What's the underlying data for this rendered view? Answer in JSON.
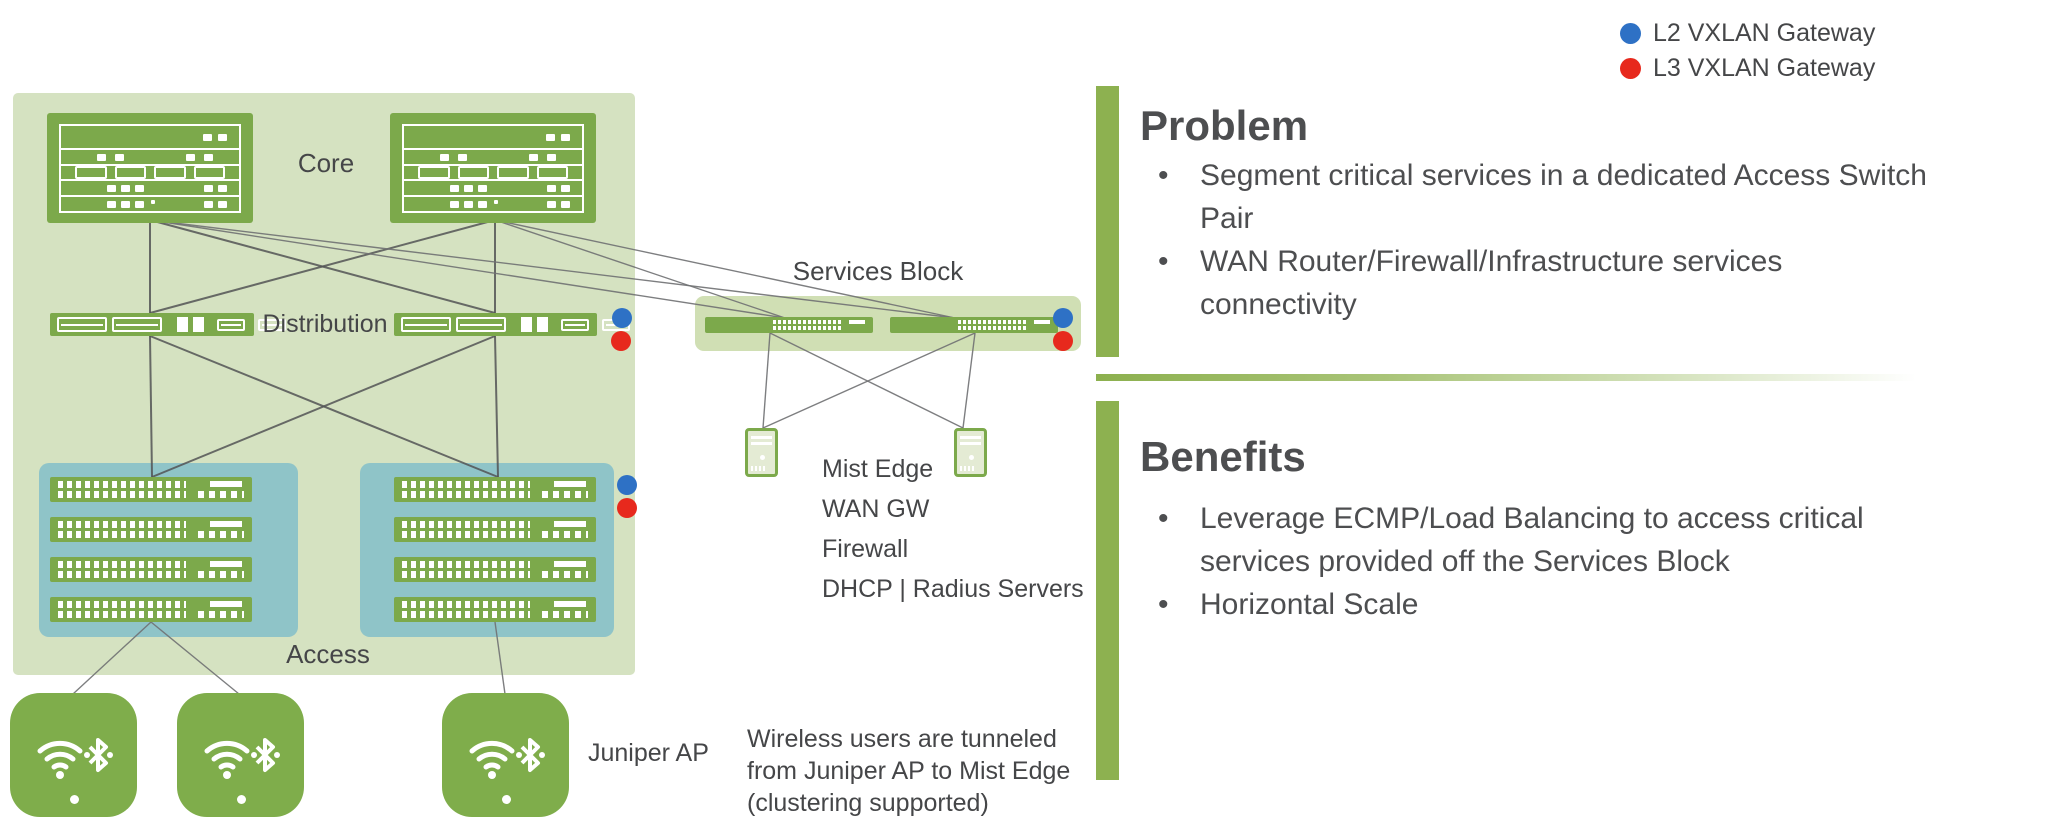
{
  "legend": {
    "items": [
      {
        "label": "L2 VXLAN Gateway",
        "color": "#2E71C5"
      },
      {
        "label": "L3 VXLAN Gateway",
        "color": "#E7291D"
      }
    ]
  },
  "diagram": {
    "core_label": "Core",
    "distribution_label": "Distribution",
    "access_label": "Access",
    "services_block_label": "Services Block",
    "services_list": [
      "Mist Edge",
      "WAN GW",
      "Firewall",
      "DHCP | Radius Servers"
    ],
    "juniper_ap_label": "Juniper AP",
    "wireless_note": "Wireless users are tunneled\nfrom Juniper AP to Mist Edge\n(clustering supported)"
  },
  "problem": {
    "title": "Problem",
    "bullets": [
      "Segment critical services in a dedicated Access Switch\nPair",
      "WAN Router/Firewall/Infrastructure services\nconnectivity"
    ]
  },
  "benefits": {
    "title": "Benefits",
    "bullets": [
      "Leverage ECMP/Load Balancing to access critical\nservices provided off the Services Block",
      "Horizontal Scale"
    ]
  },
  "colors": {
    "switch_green": "#7CA94B",
    "campus_panel_green": "#D5E2C1",
    "services_panel_green": "#D0DFB4",
    "access_teal": "#8FC4C8",
    "accent_bar_green": "#8DB150",
    "l2_blue": "#2E71C5",
    "l3_red": "#E7291D",
    "text_gray": "#4D4E50"
  }
}
